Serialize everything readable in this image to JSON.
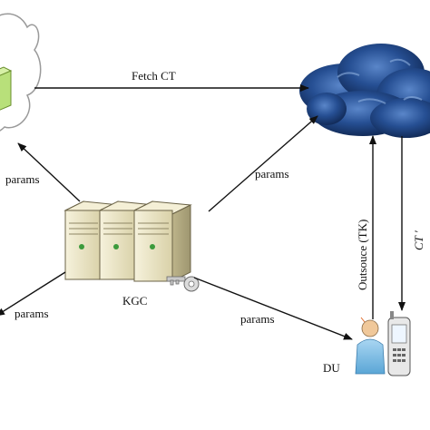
{
  "labels": {
    "fetch_ct": "Fetch CT",
    "params_left_top": "params",
    "params_center_to_cloud": "params",
    "params_left_bottom": "params",
    "params_kgc_to_du": "params",
    "kgc": "KGC",
    "du": "DU",
    "outsource_tk": "Outsouce (TK)",
    "ct_prime": "CT ′"
  },
  "colors": {
    "arrow": "#111111",
    "dark_cloud": "#1d3f7a",
    "light_cloud_outline": "#9a9a9a",
    "server_body": "#ece6c8",
    "green_box": "#b8e07a"
  }
}
